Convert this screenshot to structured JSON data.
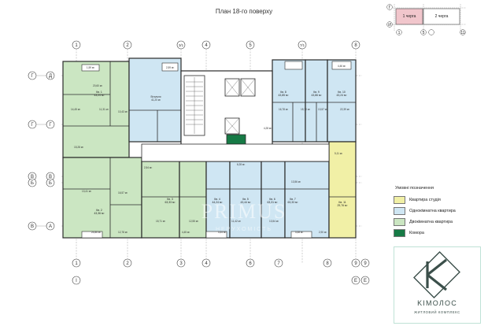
{
  "title": "План 18-го поверху",
  "key_plan": {
    "top_letter": "Г",
    "bottom_letter": "И",
    "left_axis": "1",
    "middle_axis": "5",
    "right_axis": "11",
    "queue_1": "1 черга",
    "queue_2": "2 черга"
  },
  "axes": {
    "top": [
      "1",
      "2",
      "3/1",
      "4",
      "5",
      "7/1",
      "8"
    ],
    "bottom": [
      "1",
      "2",
      "3",
      "4",
      "6",
      "7",
      "8",
      "9"
    ],
    "left": [
      "Д",
      "Г",
      "В",
      "Б",
      "А"
    ],
    "left_pre": [
      "Г",
      "Г",
      "В",
      "Б",
      "В"
    ],
    "left_bottom": "І",
    "right_bottom": [
      "Е",
      "Е"
    ],
    "right_top": "9"
  },
  "apartments": [
    {
      "label": "Кв. 1",
      "area": "43,24 м²"
    },
    {
      "label": "Кв. 2",
      "area": "43,36 м²"
    },
    {
      "label": "Кв. 3",
      "area": "63,33 м²"
    },
    {
      "label": "Кв. 4",
      "area": "44,24 м²"
    },
    {
      "label": "Кв. 5",
      "area": "43,44 м²"
    },
    {
      "label": "Кв. 6",
      "area": "63,31 м²"
    },
    {
      "label": "Кв. 7",
      "area": "63,33 м²"
    },
    {
      "label": "Кв. 8",
      "area": "43,85 м²"
    },
    {
      "label": "Кв. 9",
      "area": "43,86 м²"
    },
    {
      "label": "Кв. 10",
      "area": "43,24 м²"
    },
    {
      "label": "Кв. 11",
      "area": "29,76 м²"
    }
  ],
  "room_labels": [
    "Вітальня",
    "41,20 м²",
    "16,78 м²",
    "15,70 м²",
    "13,57 м²",
    "22,39 м²",
    "10,43 м²",
    "15,28 м²",
    "13,41 м²",
    "11,31 м²",
    "24,86 м²",
    "12,78 м²",
    "15,71 м²",
    "12,55 м²",
    "11,42 м²",
    "13,54 м²",
    "4,45 м²",
    "3,44 м²",
    "2,90 м²",
    "3,58 м²",
    "1,59 м²",
    "2,59 м²",
    "4,46 м²",
    "16,57 м²",
    "20,60 м²",
    "14,45 м²",
    "6,28 м²",
    "4,28 м²",
    "13,56 м²",
    "5,11 м²",
    "2,54 м²"
  ],
  "legend": {
    "title": "Умовні позначення",
    "items": [
      {
        "label": "Квартира студія",
        "color": "#f1f0a6"
      },
      {
        "label": "Однокімнатна квартира",
        "color": "#cfe6f3"
      },
      {
        "label": "Двокімнатна квартира",
        "color": "#cbe6c2"
      },
      {
        "label": "Комора",
        "color": "#167a45"
      }
    ]
  },
  "logo": {
    "name": "KIMOЛОС",
    "subtitle": "ЖИТЛОВИЙ КОМПЛЕКС"
  },
  "watermark": {
    "name": "PRIMUS",
    "subtitle": "НЕРУХОМІСТЬ"
  },
  "colors": {
    "studio": "#f1f0a6",
    "one_room": "#cfe6f3",
    "two_room": "#cbe6c2",
    "storage": "#167a45",
    "walls": "#2b2b2b",
    "logo_accent": "#3b4f4a"
  }
}
